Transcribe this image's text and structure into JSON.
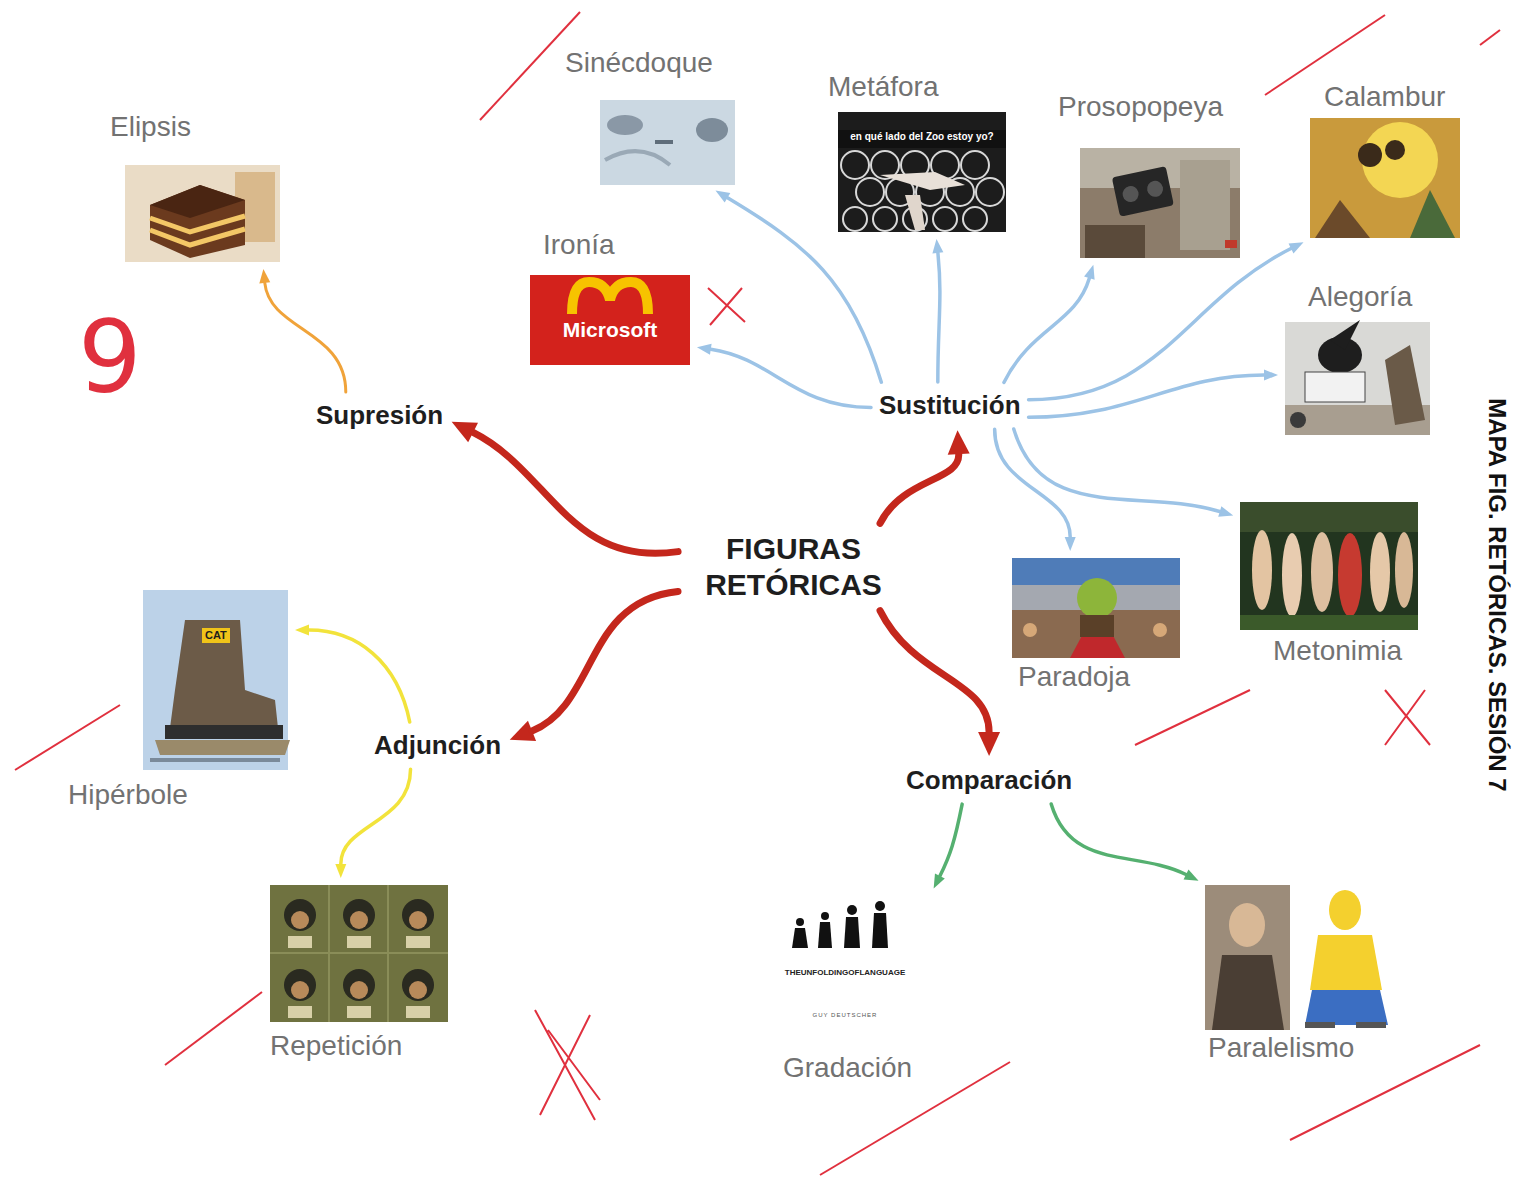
{
  "diagram": {
    "title": "MAPA FIG. RETÓRICAS. SESIÓN 7",
    "nodes": [
      {
        "text": [
          "FIGURAS RETÓRICAS"
        ]
      },
      {
        "text": [
          "Supresión"
        ]
      },
      {
        "text": [
          "Sustitución"
        ]
      },
      {
        "text": [
          "Adjunción"
        ]
      },
      {
        "text": [
          "Comparación"
        ]
      },
      {
        "text": [
          "Elipsis"
        ]
      },
      {
        "text": [
          "Sinécdoque"
        ]
      },
      {
        "text": [
          "Metáfora"
        ]
      },
      {
        "text": [
          "Prosopopeya"
        ]
      },
      {
        "text": [
          "Calambur"
        ]
      },
      {
        "text": [
          "Ironía"
        ]
      },
      {
        "text": [
          "Alegoría"
        ]
      },
      {
        "text": [
          "Paradoja"
        ]
      },
      {
        "text": [
          "Metonimia"
        ]
      },
      {
        "text": [
          "Hipérbole"
        ]
      },
      {
        "text": [
          "Repetición"
        ]
      },
      {
        "text": [
          "Gradación"
        ]
      },
      {
        "text": [
          "Paralelismo"
        ]
      }
    ],
    "edges": [
      {
        "from": 0,
        "to": 1,
        "arrow": "to"
      },
      {
        "from": 0,
        "to": 2,
        "arrow": "to"
      },
      {
        "from": 0,
        "to": 3,
        "arrow": "to"
      },
      {
        "from": 0,
        "to": 4,
        "arrow": "to"
      },
      {
        "from": 1,
        "to": 5,
        "arrow": "to"
      },
      {
        "from": 2,
        "to": 6,
        "arrow": "to"
      },
      {
        "from": 2,
        "to": 7,
        "arrow": "to"
      },
      {
        "from": 2,
        "to": 8,
        "arrow": "to"
      },
      {
        "from": 2,
        "to": 9,
        "arrow": "to"
      },
      {
        "from": 2,
        "to": 10,
        "arrow": "to"
      },
      {
        "from": 2,
        "to": 11,
        "arrow": "to"
      },
      {
        "from": 2,
        "to": 12,
        "arrow": "to"
      },
      {
        "from": 2,
        "to": 13,
        "arrow": "to"
      },
      {
        "from": 3,
        "to": 14,
        "arrow": "to"
      },
      {
        "from": 3,
        "to": 15,
        "arrow": "to"
      },
      {
        "from": 4,
        "to": 16,
        "arrow": "to"
      },
      {
        "from": 4,
        "to": 17,
        "arrow": "to"
      }
    ],
    "labels": [
      "9",
      "Microsoft",
      "en qué lado del Zoo estoy yo?",
      "CAT",
      "THEUNFOLDINGOFLANGUAGE",
      "GUY DEUTSCHER"
    ]
  }
}
